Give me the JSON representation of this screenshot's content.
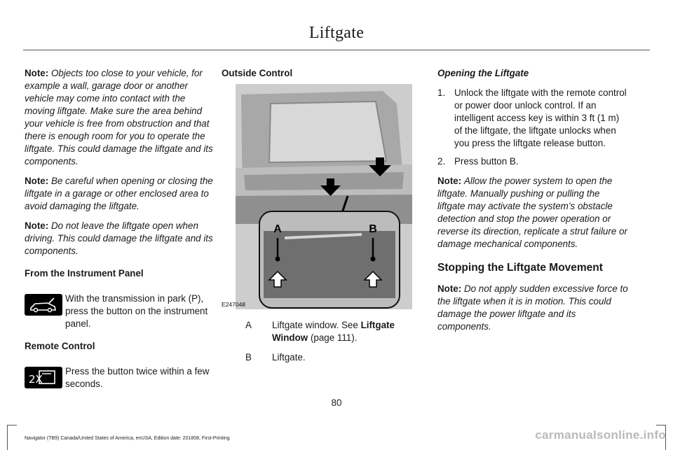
{
  "header": {
    "title": "Liftgate"
  },
  "left": {
    "note1_label": "Note:",
    "note1_text": "Objects too close to your vehicle, for example a wall, garage door or another vehicle may come into contact with the moving liftgate.  Make sure the area behind your vehicle is free from obstruction and that there is enough room for you to operate the liftgate.  This could damage the liftgate and its components.",
    "note2_label": "Note:",
    "note2_text": "Be careful when opening or closing the liftgate in a garage or other enclosed area to avoid damaging the liftgate.",
    "note3_label": "Note:",
    "note3_text": "Do not leave the liftgate open when driving.  This could damage the liftgate and its components.",
    "instrument_heading": "From the Instrument Panel",
    "instrument_text": "With the transmission in park (P), press the button on the instrument panel.",
    "remote_heading": "Remote Control",
    "remote_text": "Press the button twice within a few seconds.",
    "remote_icon_label": "2X",
    "instrument_icon": "liftgate-open-icon",
    "remote_icon": "remote-liftgate-icon"
  },
  "middle": {
    "heading": "Outside Control",
    "figure_id": "E247048",
    "callout_a": "A",
    "callout_b": "B",
    "legend": [
      {
        "key": "A",
        "text_before": "Liftgate window.  See",
        "link": "Liftgate Window",
        "text_after": "(page 111)."
      },
      {
        "key": "B",
        "text_before": "Liftgate.",
        "link": "",
        "text_after": ""
      }
    ]
  },
  "right": {
    "opening_heading": "Opening the Liftgate",
    "steps": [
      {
        "num": "1.",
        "text": "Unlock the liftgate with the remote control or power door unlock control.  If an intelligent access key is within 3 ft (1 m) of the liftgate, the liftgate unlocks when you press the liftgate release button."
      },
      {
        "num": "2.",
        "text": "Press button B."
      }
    ],
    "note4_label": "Note:",
    "note4_text": "Allow the power system to open the liftgate. Manually pushing or pulling the liftgate may activate the system’s obstacle detection and stop the power operation or reverse its direction, replicate a strut failure or damage mechanical components.",
    "stopping_heading": "Stopping the Liftgate Movement",
    "note5_label": "Note:",
    "note5_text": "Do not apply sudden excessive force to the liftgate when it is in motion.  This could damage the power liftgate and its components."
  },
  "footer": {
    "page_number": "80",
    "doc_info": "Navigator (TB9) Canada/United States of America, enUSA, Edition date: 201808, First-Printing",
    "watermark": "carmanualsonline.info"
  }
}
